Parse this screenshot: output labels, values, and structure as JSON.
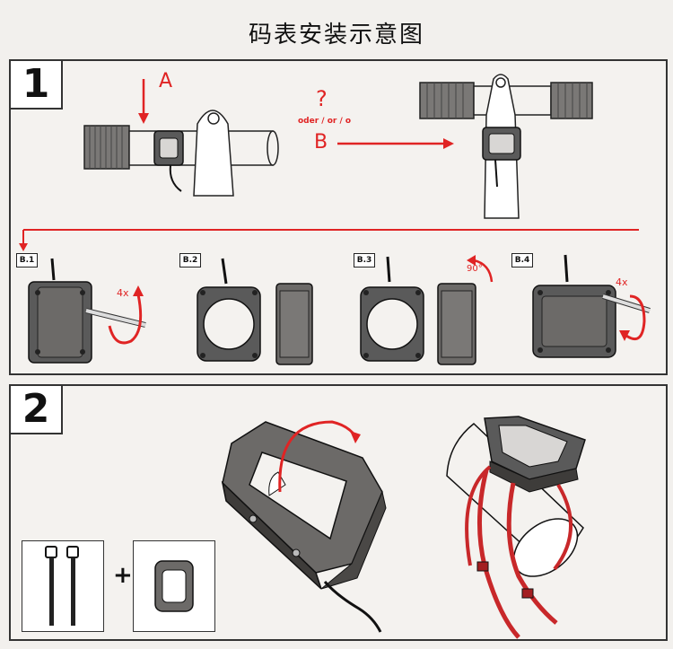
{
  "title": "码表安装示意图",
  "step1": {
    "number": "1",
    "label_a": "A",
    "question": "?",
    "option_text": "oder / or / o",
    "label_b": "B",
    "sub_labels": [
      "B.1",
      "B.2",
      "B.3",
      "B.4"
    ],
    "rotate_count_1": "4x",
    "angle": "90°",
    "rotate_count_2": "4x"
  },
  "step2": {
    "number": "2",
    "plus": "+"
  },
  "colors": {
    "accent": "#e02424",
    "line": "#222222",
    "mount": "#5a5a5a"
  }
}
